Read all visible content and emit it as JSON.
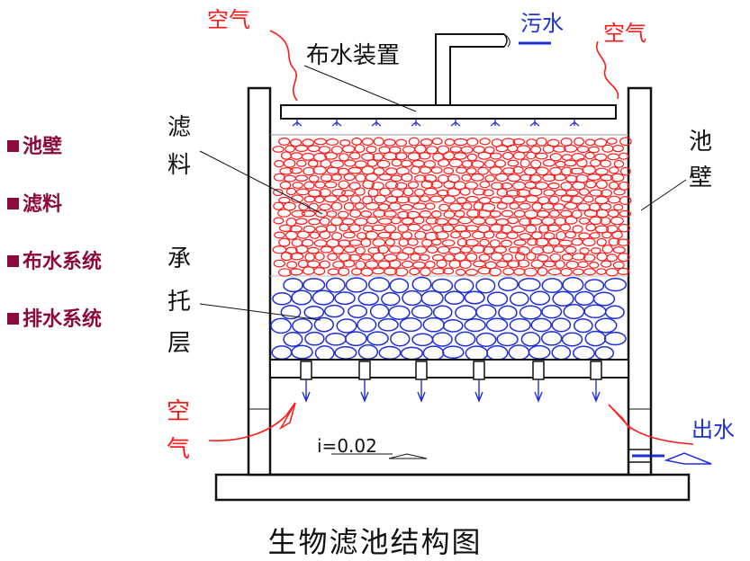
{
  "legend": [
    "池壁",
    "滤料",
    "布水系统",
    "排水系统"
  ],
  "labels": {
    "air_top_left": "空气",
    "sewage": "污水",
    "air_top_right": "空气",
    "distributor": "布水装置",
    "filter_media": [
      "滤",
      "料"
    ],
    "wall": [
      "池",
      "壁"
    ],
    "support_layer": [
      "承",
      "托",
      "层"
    ],
    "air_bottom": [
      "空",
      "气"
    ],
    "outlet": "出水",
    "slope": "i=0.02"
  },
  "caption": "生物滤池结构图",
  "colors": {
    "line": "#111111",
    "red": "#ff1a1a",
    "blue": "#1f2fd8",
    "legend": "#8b0a3b"
  }
}
